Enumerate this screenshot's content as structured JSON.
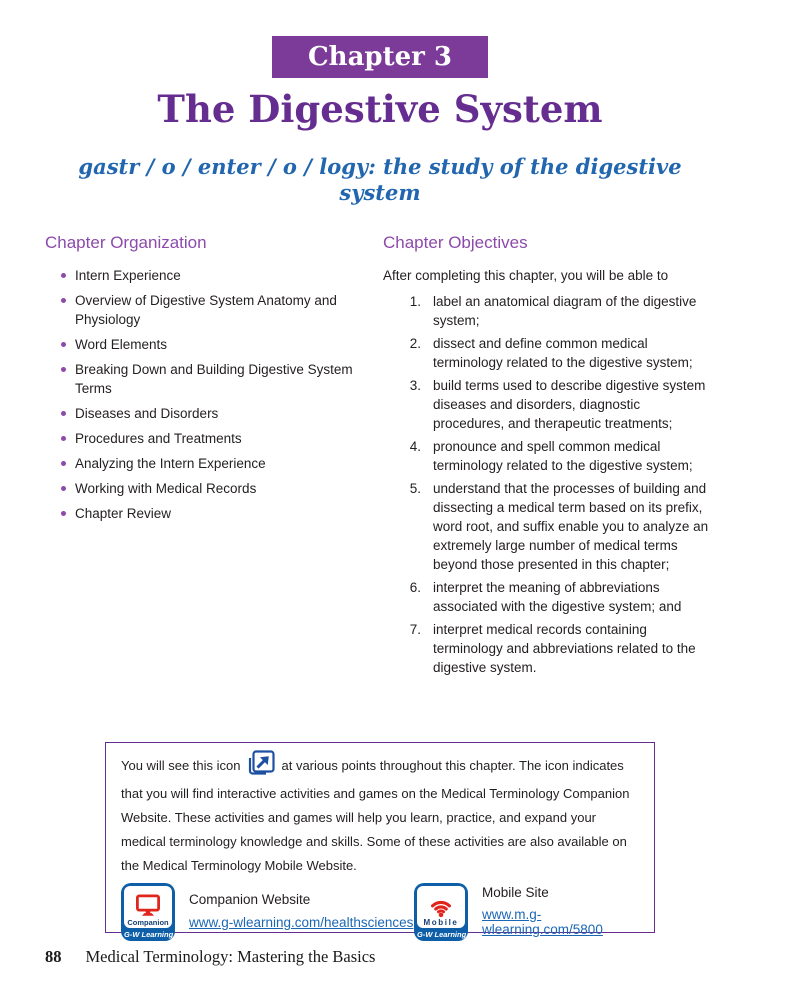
{
  "page": {
    "banner": "Chapter 3",
    "title": "The Digestive System",
    "subtitle": "gastr / o / enter / o / logy: the study of the digestive system",
    "footer": {
      "page_number": "88",
      "book_title": "Medical Terminology: Mastering the Basics"
    }
  },
  "organization": {
    "heading": "Chapter Organization",
    "items": [
      "Intern Experience",
      "Overview of Digestive System Anatomy and Physiology",
      "Word Elements",
      "Breaking Down and Building Digestive System Terms",
      "Diseases and Disorders",
      "Procedures and Treatments",
      "Analyzing the Intern Experience",
      "Working with Medical Records",
      "Chapter Review"
    ]
  },
  "objectives": {
    "heading": "Chapter Objectives",
    "intro": "After completing this chapter, you will be able to",
    "items": [
      {
        "num": "1.",
        "text": "label an anatomical diagram of the digestive system;"
      },
      {
        "num": "2.",
        "text": "dissect and define common medical terminology related to the digestive system;"
      },
      {
        "num": "3.",
        "text": "build terms used to describe digestive system diseases and disorders, diagnostic procedures, and therapeutic treatments;"
      },
      {
        "num": "4.",
        "text": "pronounce and spell common medical terminology related to the digestive system;"
      },
      {
        "num": "5.",
        "text": "understand that the processes of building and dissecting a medical term based on its prefix, word root, and suffix enable you to analyze an extremely large number of medical terms beyond those presented in this chapter;"
      },
      {
        "num": "6.",
        "text": "interpret the meaning of abbreviations associated with the digestive system; and"
      },
      {
        "num": "7.",
        "text": "interpret medical records containing terminology and abbreviations related to the digestive system."
      }
    ]
  },
  "info_box": {
    "text_before_icon": "You will see this icon",
    "text_after_icon": "at various points throughout this chapter. The icon indicates that you will find interactive activities and games on the Medical Terminology Companion Website. These activities and games will help you learn, practice, and expand your medical terminology knowledge and skills. Some of these activities are also available on the Medical Terminology Mobile Website.",
    "companion": {
      "label": "Companion Website",
      "url": "www.g-wlearning.com/healthsciences",
      "badge_title": "Companion",
      "badge_brand": "G-W Learning"
    },
    "mobile": {
      "label": "Mobile Site",
      "url": "www.m.g-wlearning.com/5800",
      "badge_title": "Mobile",
      "badge_brand": "G-W Learning"
    }
  },
  "icons": {
    "activity": "external-link-icon",
    "companion": "computer-monitor-icon",
    "mobile": "wifi-icon"
  },
  "colors": {
    "banner_purple": "#7c3b98",
    "title_purple": "#662d91",
    "heading_purple": "#8c4aac",
    "subtitle_blue": "#2166af",
    "link_blue": "#1b67b4",
    "badge_blue": "#0e5fa7",
    "badge_red": "#e0251c",
    "box_border_purple": "#662d91",
    "body_text": "#231f20"
  }
}
